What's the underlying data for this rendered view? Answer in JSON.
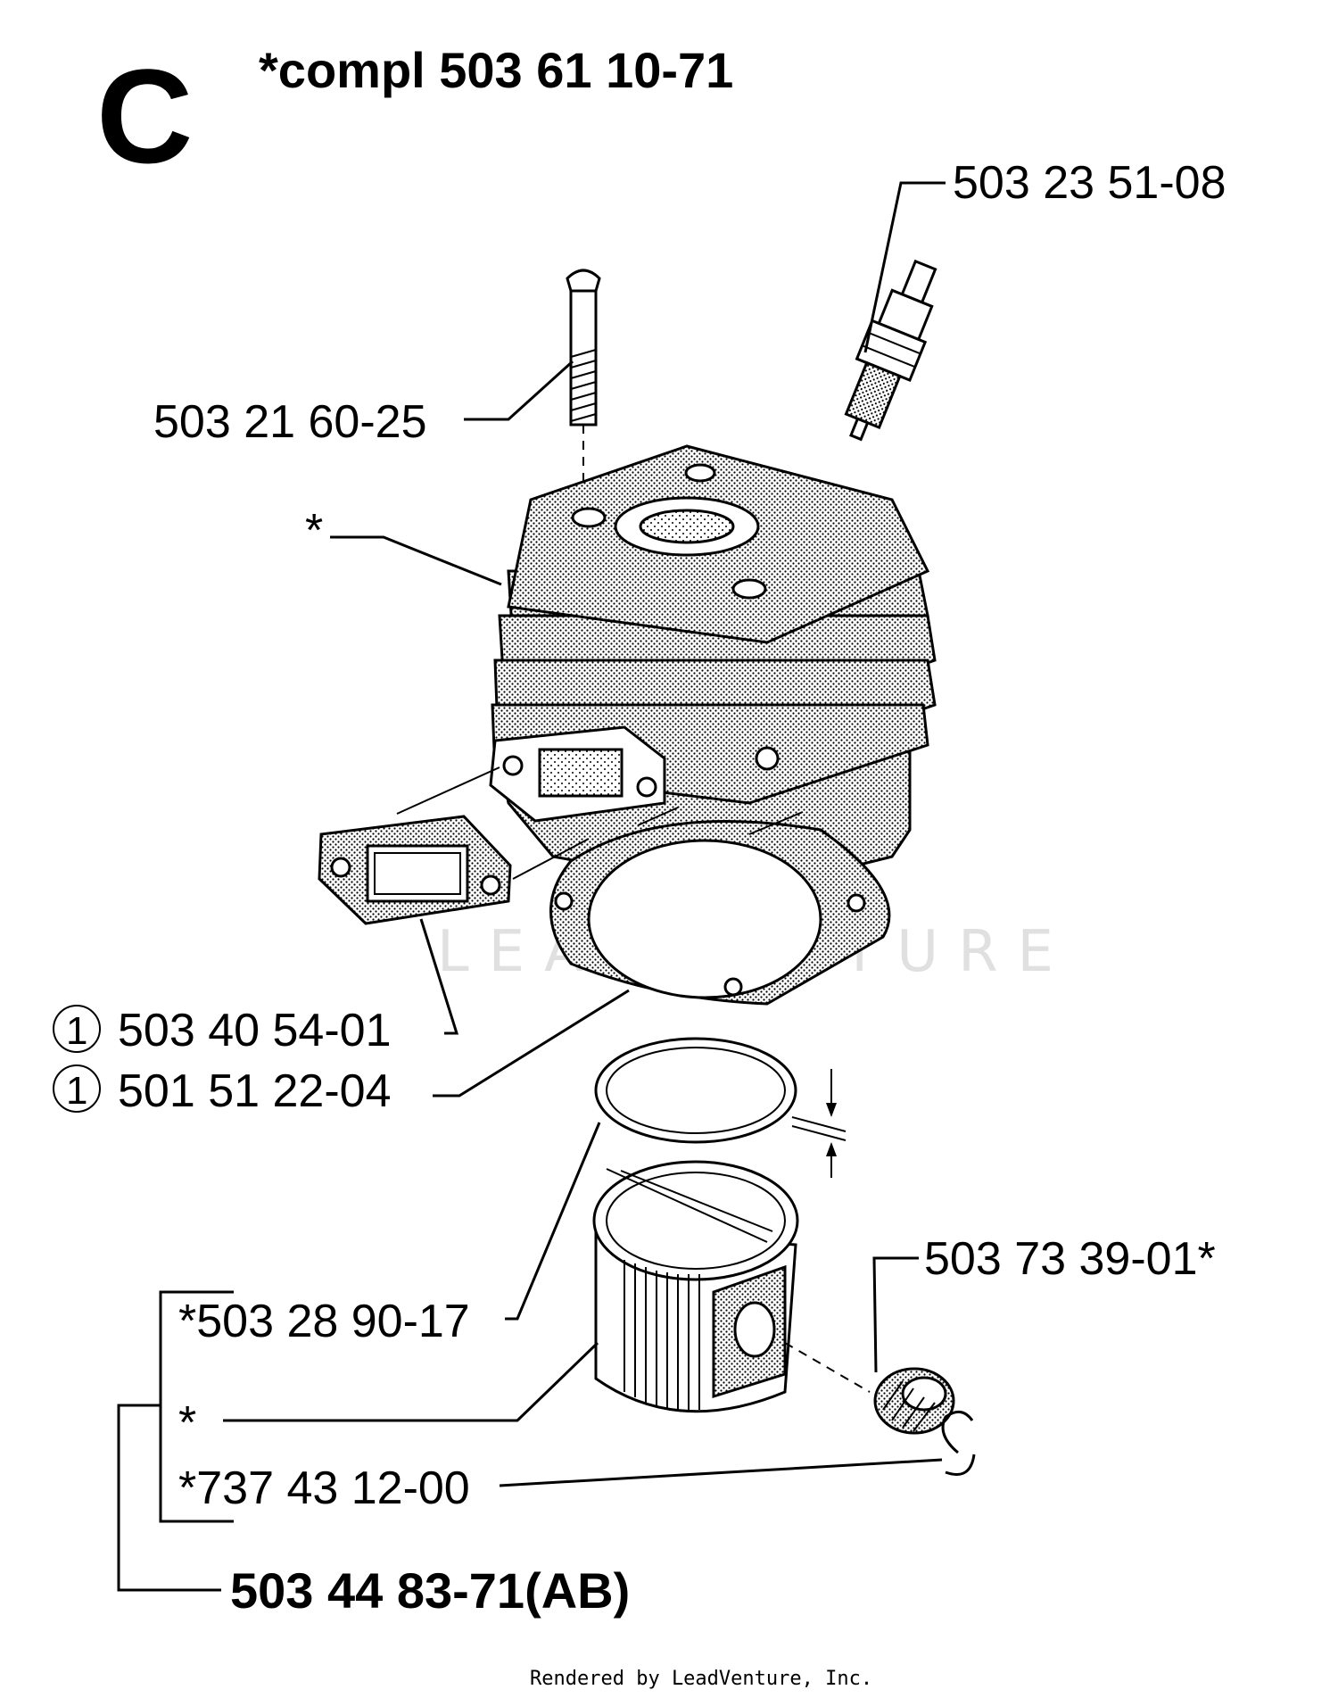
{
  "section_letter": "C",
  "assembly": "*compl 503 61 10-71",
  "parts": {
    "spark_plug": "503 23 51-08",
    "screw": "503 21 60-25",
    "cylinder": "*",
    "muffler_gasket": "503 40 54-01",
    "cylinder_gasket": "501 51 22-04",
    "piston_ring": "*503 28 90-17",
    "piston": "*",
    "circlip": "*737 43 12-00",
    "needle_bearing": "503 73 39-01*",
    "piston_kit": "503 44 83-71(AB)"
  },
  "circle_note": "1",
  "watermark": "LEADVENTURE",
  "credit": "Rendered by LeadVenture, Inc."
}
